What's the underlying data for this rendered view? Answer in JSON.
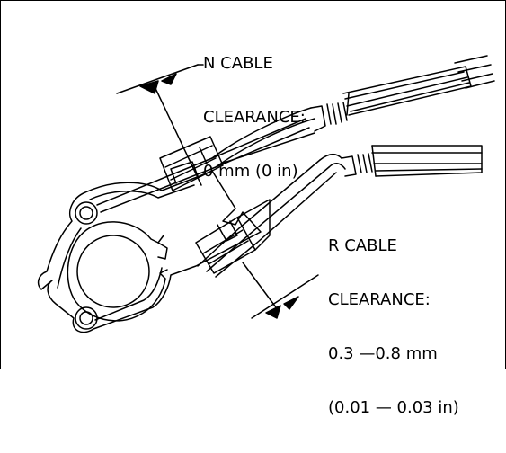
{
  "n_cable": {
    "title_line1": "N CABLE",
    "title_line2": "CLEARANCE:",
    "value": "0 mm (0 in)"
  },
  "r_cable": {
    "title_line1": "R CABLE",
    "title_line2": "CLEARANCE:",
    "value_line1": "0.3 —0.8 mm",
    "value_line2": "(0.01 — 0.03 in)"
  },
  "colors": {
    "ink": "#000000",
    "background": "#ffffff"
  }
}
